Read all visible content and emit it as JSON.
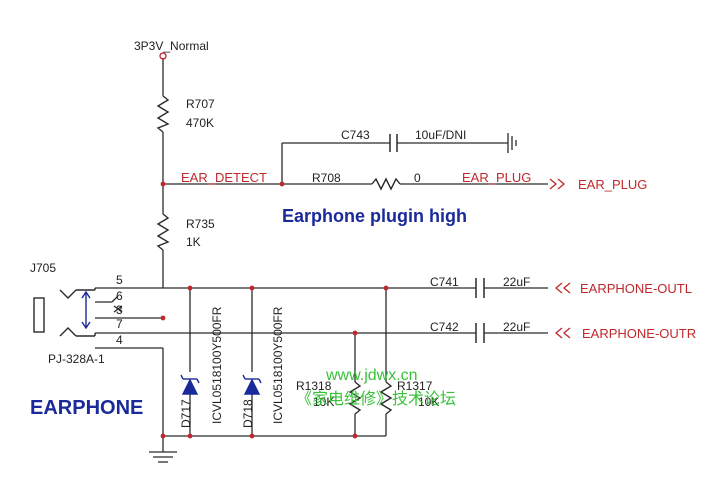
{
  "power_net": "3P3V_Normal",
  "resistors": {
    "r707": {
      "ref": "R707",
      "value": "470K"
    },
    "r735": {
      "ref": "R735",
      "value": "1K"
    },
    "r708": {
      "ref": "R708",
      "value": "0"
    },
    "r1318": {
      "ref": "R1318",
      "value": "10K"
    },
    "r1317": {
      "ref": "R1317",
      "value": "10K"
    }
  },
  "capacitors": {
    "c743": {
      "ref": "C743",
      "value": "10uF/DNI"
    },
    "c741": {
      "ref": "C741",
      "value": "22uF"
    },
    "c742": {
      "ref": "C742",
      "value": "22uF"
    }
  },
  "diodes": {
    "d717": {
      "ref": "D717",
      "part": "ICVL0518100Y500FR"
    },
    "d718": {
      "ref": "D718",
      "part": "ICVL0518100Y500FR"
    }
  },
  "connector": {
    "ref": "J705",
    "part": "PJ-328A-1",
    "pins": [
      "5",
      "6",
      "3",
      "7",
      "4"
    ]
  },
  "nets": {
    "ear_detect": "EAR_DETECT",
    "ear_plug_wire": "EAR_PLUG",
    "ear_plug_port": "EAR_PLUG",
    "earphone_outl": "EARPHONE-OUTL",
    "earphone_outr": "EARPHONE-OUTR"
  },
  "annotation": "Earphone plugin high",
  "section_title": "EARPHONE",
  "watermark": {
    "url": "www.jdwx.cn",
    "text": "《家电维修》技术论坛"
  },
  "colors": {
    "wire": "#2b2b2b",
    "net_label": "#c0282c",
    "title": "#1a2a9a",
    "watermark": "#39c13a"
  }
}
